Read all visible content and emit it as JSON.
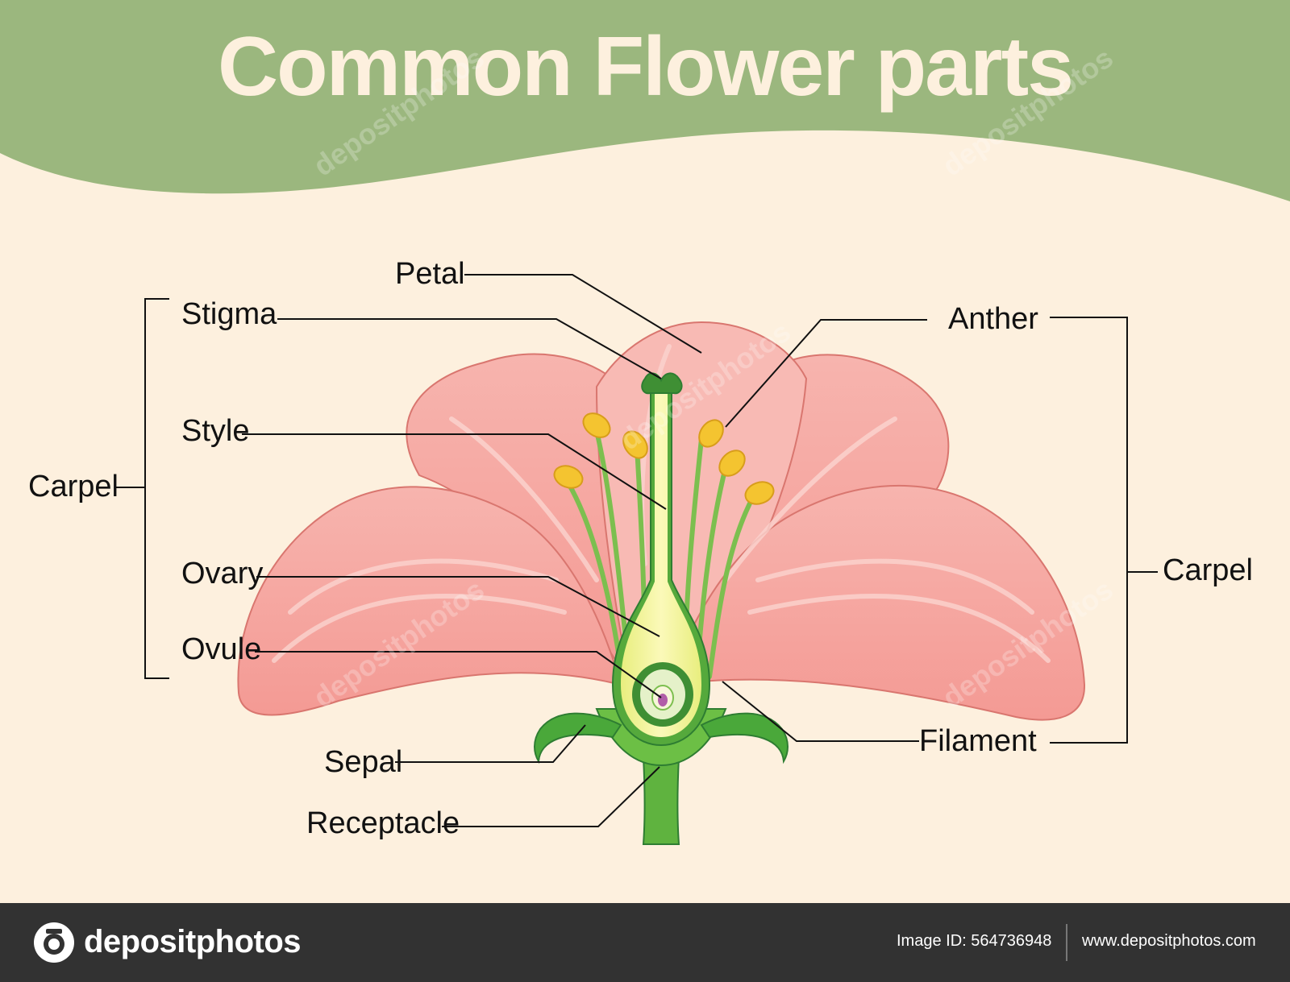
{
  "title": "Common Flower parts",
  "labels": {
    "petal": "Petal",
    "stigma": "Stigma",
    "style": "Style",
    "carpel_left": "Carpel",
    "ovary": "Ovary",
    "ovule": "Ovule",
    "sepal": "Sepal",
    "receptacle": "Receptacle",
    "anther": "Anther",
    "carpel_right": "Carpel",
    "filament": "Filament"
  },
  "watermark": "depositphotos",
  "footer": {
    "logo": "depositphotos",
    "image_id": "Image ID: 564736948",
    "url": "www.depositphotos.com"
  },
  "colors": {
    "background": "#fdf0de",
    "banner": "#9bb77e",
    "petal": "#f5a9a4",
    "petal_light": "#fbcfc9",
    "petal_outline": "#d9766f",
    "stem_green": "#5fb33f",
    "dark_green": "#2e7d32",
    "ovary_yellow": "#f3f29a",
    "anther": "#f4c430",
    "footer": "#323232"
  }
}
